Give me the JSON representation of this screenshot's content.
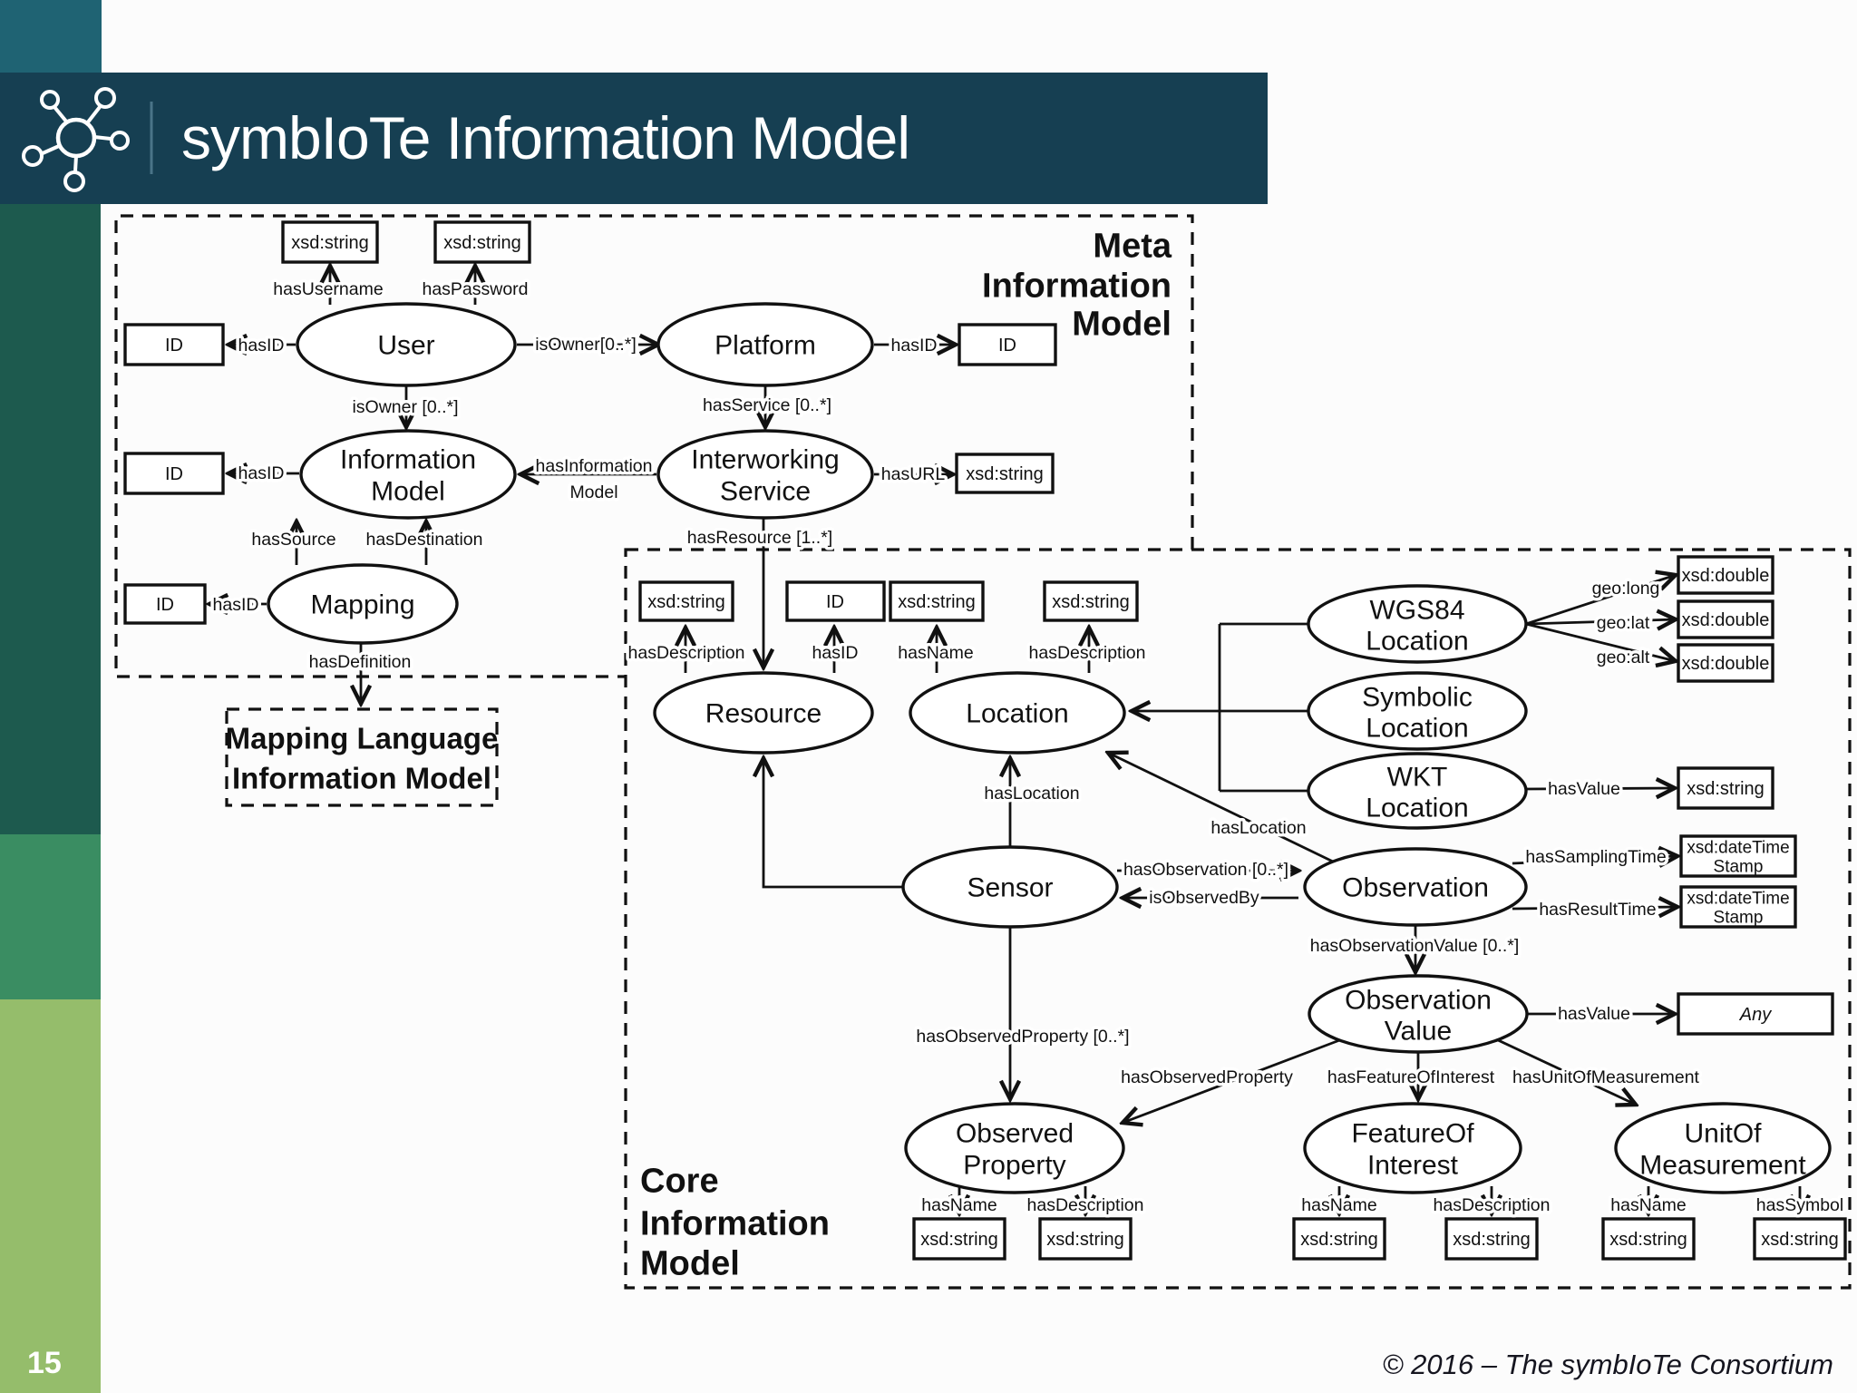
{
  "header": {
    "title": "symbIoTe Information Model"
  },
  "footer": {
    "page_number": "15",
    "copyright": "© 2016 – The symbIoTe Consortium"
  },
  "colors": {
    "header_band": "#163f52",
    "corner_square": "#1f6373",
    "sidebar_dark_green": "#1d5a4e",
    "sidebar_medium_green": "#3a8d62",
    "sidebar_light_green": "#95bd6b",
    "diagram_ink": "#111111"
  },
  "regions": {
    "meta": {
      "l1": "Meta",
      "l2": "Information",
      "l3": "Model"
    },
    "core": {
      "l1": "Core",
      "l2": "Information",
      "l3": "Model"
    },
    "mapping_language": {
      "l1": "Mapping Language",
      "l2": "Information Model"
    }
  },
  "nodes": {
    "user": "User",
    "platform": "Platform",
    "information_model": {
      "l1": "Information",
      "l2": "Model"
    },
    "interworking_service": {
      "l1": "Interworking",
      "l2": "Service"
    },
    "mapping": "Mapping",
    "resource": "Resource",
    "location": "Location",
    "wgs84_location": {
      "l1": "WGS84",
      "l2": "Location"
    },
    "symbolic_location": {
      "l1": "Symbolic",
      "l2": "Location"
    },
    "wkt_location": {
      "l1": "WKT",
      "l2": "Location"
    },
    "sensor": "Sensor",
    "observation": "Observation",
    "observation_value": {
      "l1": "Observation",
      "l2": "Value"
    },
    "observed_property": {
      "l1": "Observed",
      "l2": "Property"
    },
    "feature_of_interest": {
      "l1": "FeatureOf",
      "l2": "Interest"
    },
    "unit_of_measurement": {
      "l1": "UnitOf",
      "l2": "Measurement"
    }
  },
  "datatypes": {
    "username_type": "xsd:string",
    "password_type": "xsd:string",
    "user_id": "ID",
    "platform_id": "ID",
    "information_model_id": "ID",
    "url_type": "xsd:string",
    "mapping_id": "ID",
    "resource_description_type": "xsd:string",
    "resource_id": "ID",
    "location_name_type": "xsd:string",
    "location_description_type": "xsd:string",
    "geo_long_type": "xsd:double",
    "geo_lat_type": "xsd:double",
    "geo_alt_type": "xsd:double",
    "wkt_value_type": "xsd:string",
    "sampling_time_type": {
      "l1": "xsd:dateTime",
      "l2": "Stamp"
    },
    "result_time_type": {
      "l1": "xsd:dateTime",
      "l2": "Stamp"
    },
    "any_type": "Any",
    "op_name_type": "xsd:string",
    "op_description_type": "xsd:string",
    "foi_name_type": "xsd:string",
    "foi_description_type": "xsd:string",
    "uom_name_type": "xsd:string",
    "uom_symbol_type": "xsd:string"
  },
  "edges": {
    "has_username": "hasUsername",
    "has_password": "hasPassword",
    "user_has_id": "hasID",
    "user_owns_platform": "isOwner[0..*]",
    "platform_has_id": "hasID",
    "user_owns_information_model": "isOwner [0..*]",
    "has_service": "hasService [0..*]",
    "has_information_model": {
      "l1": "hasInformation",
      "l2": "Model"
    },
    "information_model_has_id": "hasID",
    "has_url": "hasURL",
    "has_source": "hasSource",
    "has_destination": "hasDestination",
    "mapping_has_id": "hasID",
    "has_definition": "hasDefinition",
    "has_resource": "hasResource [1..*]",
    "resource_has_description": "hasDescription",
    "resource_has_id": "hasID",
    "location_has_name": "hasName",
    "location_has_description": "hasDescription",
    "geo_long": "geo:long",
    "geo_lat": "geo:lat",
    "geo_alt": "geo:alt",
    "wkt_has_value": "hasValue",
    "sensor_has_location": "hasLocation",
    "observation_has_location": "hasLocation",
    "has_observation": "hasObservation [0..*]",
    "is_observed_by": "isObservedBy",
    "has_sampling_time": "hasSamplingTime",
    "has_result_time": "hasResultTime",
    "has_observation_value": "hasObservationValue [0..*]",
    "observation_value_has_value": "hasValue",
    "sensor_has_observed_property": "hasObservedProperty [0..*]",
    "has_observed_property": "hasObservedProperty",
    "has_feature_of_interest": "hasFeatureOfInterest",
    "has_unit_of_measurement": "hasUnitOfMeasurement",
    "op_has_name": "hasName",
    "op_has_description": "hasDescription",
    "foi_has_name": "hasName",
    "foi_has_description": "hasDescription",
    "uom_has_name": "hasName",
    "uom_has_symbol": "hasSymbol"
  }
}
